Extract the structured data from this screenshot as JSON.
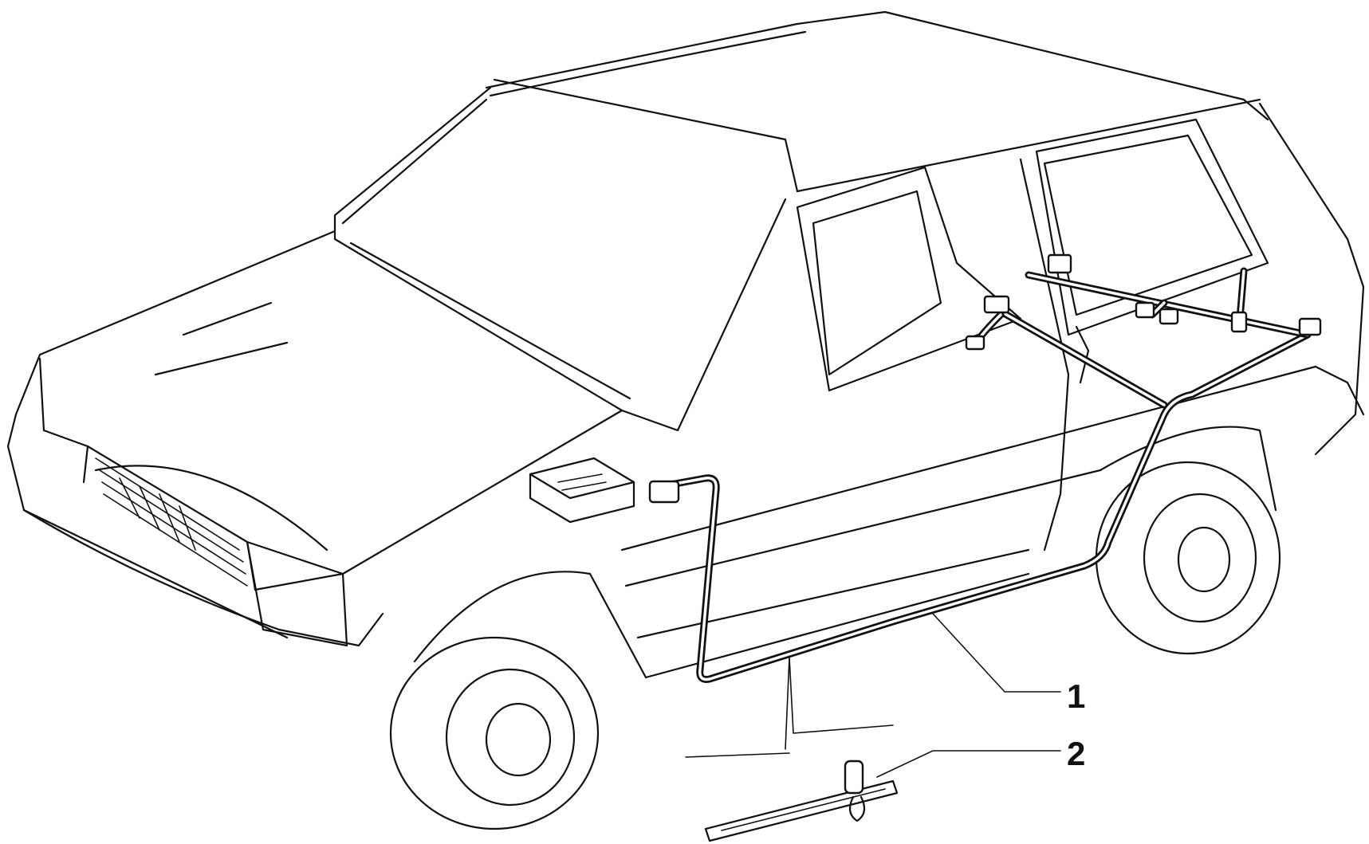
{
  "diagram": {
    "callouts": [
      {
        "id": "1",
        "label": "1"
      },
      {
        "id": "2",
        "label": "2"
      }
    ],
    "colors": {
      "line": "#111111",
      "background": "#ffffff"
    }
  }
}
